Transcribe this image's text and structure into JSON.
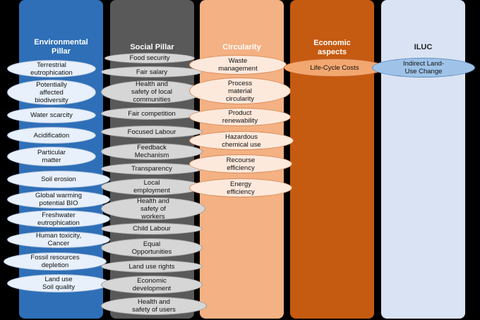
{
  "pillars": {
    "environmental": {
      "title": "Environmental\nPillar",
      "color": "#2e6fb7"
    },
    "social": {
      "title": "Social Pillar",
      "color": "#595959"
    },
    "circularity": {
      "title": "Circularity",
      "color": "#f4b183"
    },
    "economic": {
      "title": "Economic\naspects",
      "color": "#c55a11"
    },
    "iluc": {
      "title": "ILUC",
      "color": "#dae3f3"
    }
  },
  "environmental_items": [
    "Terrestrial\neutrophication",
    "Potentially\naffected\nbiodiversity",
    "Water scarcity",
    "Acidification",
    "Particular\nmatter",
    "Soil erosion",
    "Global warming\npotential BIO",
    "Freshwater\neutrophication",
    "Human toxicity,\nCancer",
    "Fossil resources\ndepletion",
    "Land use\nSoil quality"
  ],
  "social_items": [
    "Food security",
    "Fair salary",
    "Health and\nsafety of local\ncommunities",
    "Fair competition",
    "Focused Labour",
    "Feedback\nMechanism",
    "Transparency",
    "Local\nemployment",
    "Health and\nsafety of\nworkers",
    "Child Labour",
    "Equal\nOpportunities",
    "Land use rights",
    "Economic\ndevelopment",
    "Health and\nsafety of users"
  ],
  "circularity_items": [
    "Waste\nmanagement",
    "Process\nmaterial\ncircularity",
    "Product\nrenewability",
    "Hazardous\nchemical use",
    "Recourse\nefficiency",
    "Energy\nefficiency"
  ],
  "economic_items": [
    "Life-Cycle Costs"
  ],
  "iluc_items": [
    "Indirect Land-\nUse Change"
  ]
}
